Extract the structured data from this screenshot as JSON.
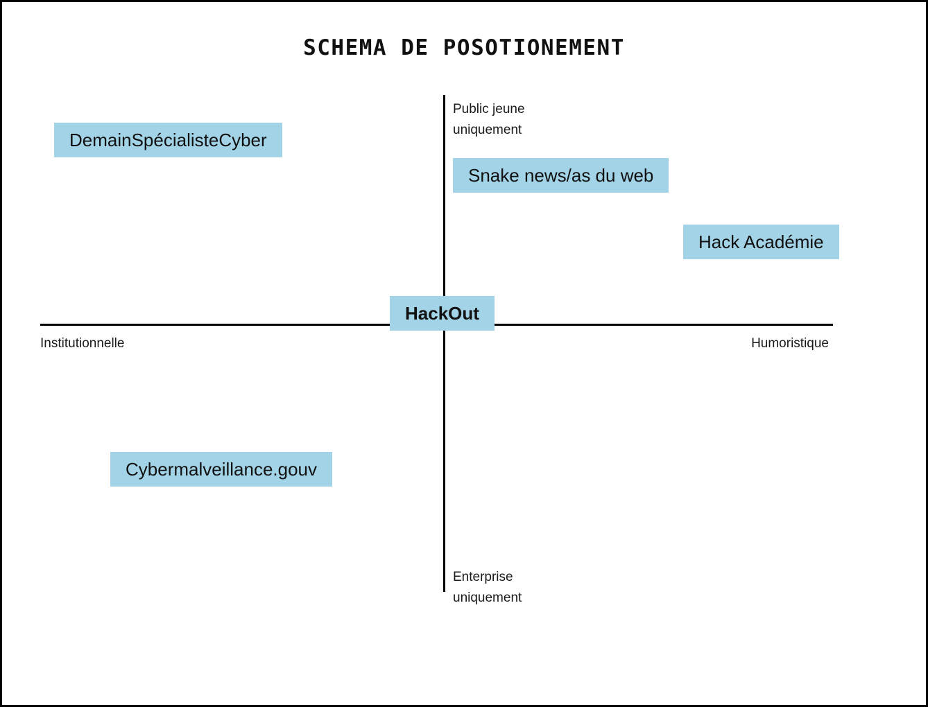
{
  "title": "SCHEMA DE POSOTIONEMENT",
  "colors": {
    "box_fill": "#a3d3e6",
    "axis": "#000000",
    "text": "#111111",
    "background": "#ffffff"
  },
  "axes": {
    "left_label": "Institutionnelle",
    "right_label": "Humoristique",
    "top_label": "Public jeune\nuniquement",
    "bottom_label": "Enterprise\nuniquement"
  },
  "chart_data": {
    "type": "scatter",
    "title": "SCHEMA DE POSOTIONEMENT",
    "xlabel": "Institutionnelle ↔ Humoristique",
    "ylabel": "Enterprise uniquement ↔ Public jeune uniquement",
    "xlim": [
      -1,
      1
    ],
    "ylim": [
      -1,
      1
    ],
    "grid": false,
    "legend": "none",
    "axis_end_labels": {
      "x_min": "Institutionnelle",
      "x_max": "Humoristique",
      "y_max": "Public jeune uniquement",
      "y_min": "Enterprise uniquement"
    },
    "points": [
      {
        "label": "DemainSpécialisteCyber",
        "x": -0.74,
        "y": 0.74,
        "quadrant": "top-left",
        "highlight": false
      },
      {
        "label": "Snake news/as du web",
        "x": 0.17,
        "y": 0.59,
        "quadrant": "top-right",
        "highlight": false
      },
      {
        "label": "Hack Académie",
        "x": 0.72,
        "y": 0.45,
        "quadrant": "top-right",
        "highlight": false
      },
      {
        "label": "HackOut",
        "x": 0.0,
        "y": 0.0,
        "quadrant": "center",
        "highlight": true
      },
      {
        "label": "Cybermalveillance.gouv",
        "x": -0.53,
        "y": -0.59,
        "quadrant": "bottom-left",
        "highlight": false
      }
    ]
  }
}
